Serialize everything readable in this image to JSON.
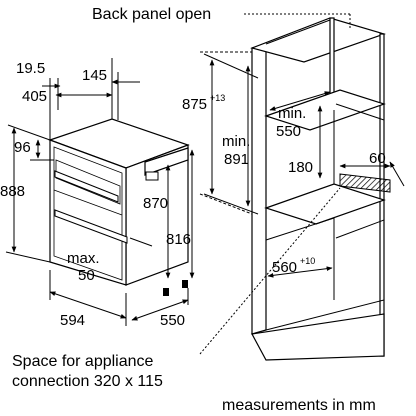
{
  "labels": {
    "back_panel": "Back panel open",
    "space_line1": "Space for appliance",
    "space_line2": "connection 320 x 115",
    "measurements_unit": "measurements in mm"
  },
  "dims": {
    "d19_5": "19.5",
    "d145": "145",
    "d405": "405",
    "d96": "96",
    "d888": "888",
    "d870": "870",
    "d816": "816",
    "max_label": "max.",
    "max_value": "50",
    "d594": "594",
    "d550": "550",
    "d875": "875",
    "d875_sup": "+13",
    "min_label_a": "min.",
    "min_value_a": "550",
    "min_label_b": "min.",
    "min_value_b": "891",
    "d180": "180",
    "d60": "60",
    "d560": "560",
    "d560_sup": "+10"
  }
}
